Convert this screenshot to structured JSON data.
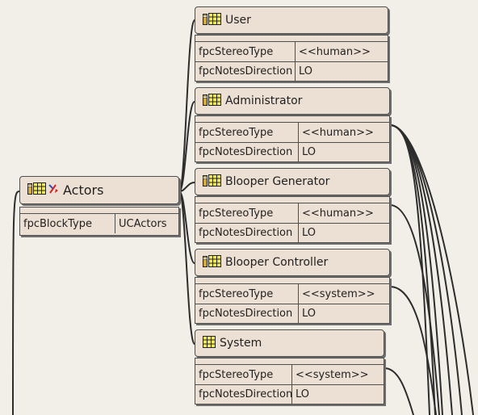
{
  "actors": {
    "title": "Actors",
    "rows": [
      {
        "key": "fpcBlockType",
        "value": "UCActors"
      }
    ]
  },
  "nodes": [
    {
      "title": "User",
      "rows": [
        {
          "key": "fpcStereoType",
          "value": "<<human>>"
        },
        {
          "key": "fpcNotesDirection",
          "value": "LO"
        }
      ]
    },
    {
      "title": "Administrator",
      "rows": [
        {
          "key": "fpcStereoType",
          "value": "<<human>>"
        },
        {
          "key": "fpcNotesDirection",
          "value": "LO"
        }
      ]
    },
    {
      "title": "Blooper Generator",
      "rows": [
        {
          "key": "fpcStereoType",
          "value": "<<human>>"
        },
        {
          "key": "fpcNotesDirection",
          "value": "LO"
        }
      ]
    },
    {
      "title": "Blooper Controller",
      "rows": [
        {
          "key": "fpcStereoType",
          "value": "<<system>>"
        },
        {
          "key": "fpcNotesDirection",
          "value": "LO"
        }
      ]
    },
    {
      "title": "System",
      "rows": [
        {
          "key": "fpcStereoType",
          "value": "<<system>>"
        },
        {
          "key": "fpcNotesDirection",
          "value": "LO"
        }
      ]
    }
  ],
  "icons": {
    "actors": [
      "pencil-icon",
      "grid-icon",
      "red-arrow-icon"
    ],
    "user": [
      "pencil-icon",
      "grid-icon"
    ],
    "administrator": [
      "pencil-icon",
      "grid-icon"
    ],
    "blooper_generator": [
      "pencil-icon",
      "grid-icon"
    ],
    "blooper_controller": [
      "pencil-icon",
      "grid-icon"
    ],
    "system": [
      "grid-icon"
    ]
  },
  "colors": {
    "background": "#f2efe8",
    "node_fill": "#ecdfd3",
    "node_border": "#4f4f4f",
    "connector": "#2d2d2d",
    "grid_icon": "#f2ea56",
    "pencil_icon": "#d4a93a",
    "red_arrow": "#d72323",
    "blue_arrow": "#2f4fbf"
  }
}
